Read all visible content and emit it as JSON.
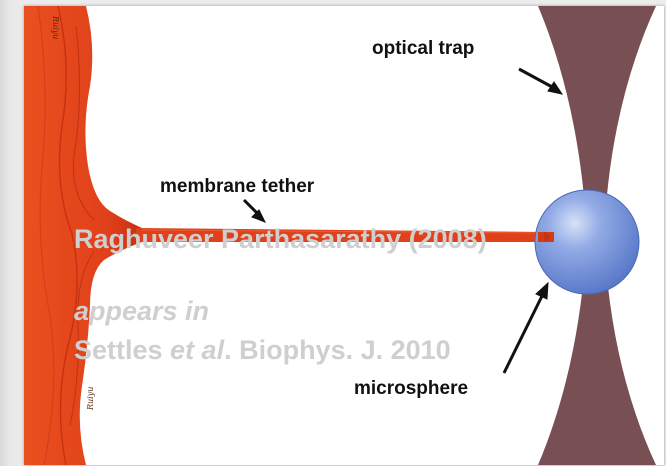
{
  "labels": {
    "optical_trap": "optical trap",
    "membrane_tether": "membrane tether",
    "microsphere": "microsphere"
  },
  "watermark": {
    "line1": "Raghuveer Parthasarathy (2008)",
    "line2": "appears in",
    "line3_a": "Settles ",
    "line3_b": "et al",
    "line3_c": ". Biophys. J. 2010"
  },
  "signature": "Ruiyu",
  "colors": {
    "membrane": "#e2421a",
    "membrane_dark": "#b82a0c",
    "trap": "#6e4347",
    "sphere": "#6f8fd8",
    "sphere_highlight": "#c9d7f4"
  }
}
